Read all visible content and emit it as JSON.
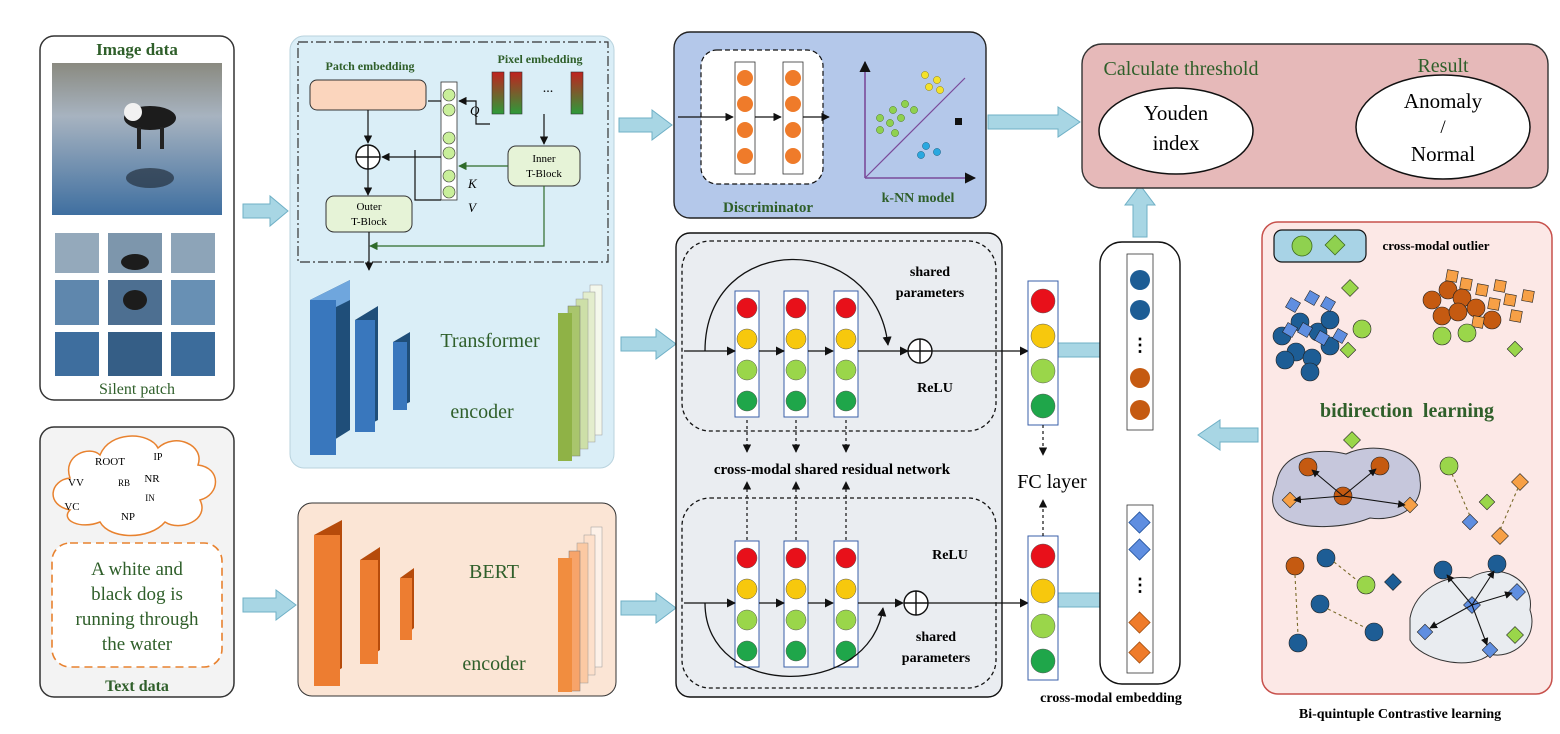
{
  "image_panel": {
    "title": "Image data",
    "caption": "Silent patch"
  },
  "text_panel": {
    "title": "Text data",
    "tags": [
      "ROOT",
      "IP",
      "VV",
      "RB",
      "NR",
      "IN",
      "VC",
      "NP"
    ],
    "caption_lines": [
      "A white and",
      "black dog is",
      "running through",
      "the water"
    ]
  },
  "tnt": {
    "patch_label": "Patch embedding",
    "pixel_label": "Pixel embedding",
    "dots": "...",
    "q": "Q",
    "k": "K",
    "v": "V",
    "inner_l1": "Inner",
    "inner_l2": "T-Block",
    "outer_l1": "Outer",
    "outer_l2": "T-Block",
    "encoder_l1": "Transformer",
    "encoder_l2": "encoder"
  },
  "bert": {
    "l1": "BERT",
    "l2": "encoder"
  },
  "disc": {
    "label": "Discriminator",
    "knn_label": "k-NN model"
  },
  "threshold": {
    "title": "Calculate threshold",
    "result": "Result",
    "youden_l1": "Youden",
    "youden_l2": "index",
    "anomaly": "Anomaly",
    "slash": "/",
    "normal": "Normal"
  },
  "residual": {
    "shared_top_l1": "shared",
    "shared_top_l2": "parameters",
    "relu_top": "ReLU",
    "relu_bottom": "ReLU",
    "shared_bot_l1": "shared",
    "shared_bot_l2": "parameters",
    "title": "cross-modal shared residual network"
  },
  "fc": {
    "label": "FC layer"
  },
  "embed": {
    "label": "cross-modal embedding",
    "dots": "⋮"
  },
  "contrast": {
    "legend": "cross-modal outlier",
    "bidir": "bidirection  learning",
    "title": "Bi-quintuple Contrastive learning"
  },
  "colors": {
    "red": "#e8101a",
    "yellow": "#f7c80d",
    "lgreen": "#9ad64a",
    "green": "#1fa64a",
    "orange": "#ef7b2a",
    "blue": "#1d5d95",
    "lblue": "#5f8ee0",
    "arrow": "#a8d6e4"
  }
}
